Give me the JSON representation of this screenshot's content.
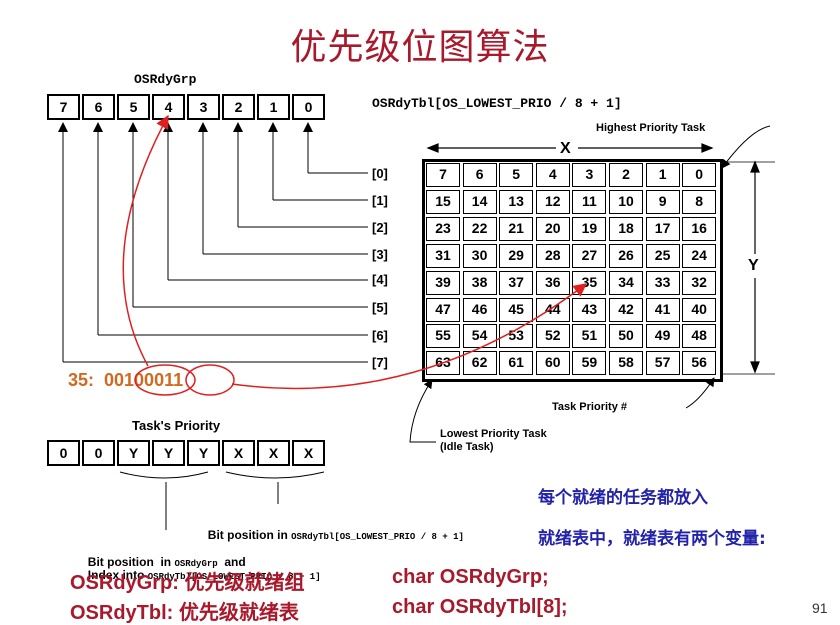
{
  "title": "优先级位图算法",
  "grp_label": "OSRdyGrp",
  "grp_bits": [
    "7",
    "6",
    "5",
    "4",
    "3",
    "2",
    "1",
    "0"
  ],
  "tbl_label": "OSRdyTbl[OS_LOWEST_PRIO / 8 + 1]",
  "highest_label": "Highest Priority Task",
  "x_label": "X",
  "y_label": "Y",
  "row_labels": [
    "[0]",
    "[1]",
    "[2]",
    "[3]",
    "[4]",
    "[5]",
    "[6]",
    "[7]"
  ],
  "table": [
    [
      "7",
      "6",
      "5",
      "4",
      "3",
      "2",
      "1",
      "0"
    ],
    [
      "15",
      "14",
      "13",
      "12",
      "11",
      "10",
      "9",
      "8"
    ],
    [
      "23",
      "22",
      "21",
      "20",
      "19",
      "18",
      "17",
      "16"
    ],
    [
      "31",
      "30",
      "29",
      "28",
      "27",
      "26",
      "25",
      "24"
    ],
    [
      "39",
      "38",
      "37",
      "36",
      "35",
      "34",
      "33",
      "32"
    ],
    [
      "47",
      "46",
      "45",
      "44",
      "43",
      "42",
      "41",
      "40"
    ],
    [
      "55",
      "54",
      "53",
      "52",
      "51",
      "50",
      "49",
      "48"
    ],
    [
      "63",
      "62",
      "61",
      "60",
      "59",
      "58",
      "57",
      "56"
    ]
  ],
  "example": "35:  00100011",
  "task_priority_num": "Task Priority #",
  "lowest_label_1": "Lowest Priority Task",
  "lowest_label_2": "(Idle Task)",
  "task_priority_label": "Task's Priority",
  "priority_bits": [
    "0",
    "0",
    "Y",
    "Y",
    "Y",
    "X",
    "X",
    "X"
  ],
  "bitpos_tbl_a": "Bit position in ",
  "bitpos_tbl_b": "OSRdyTbl[OS_LOWEST_PRIO / 8 + 1]",
  "bitpos_grp_a": "Bit position  in ",
  "bitpos_grp_b": "OSRdyGrp",
  "bitpos_grp_c": "  and",
  "index_a": "Index into ",
  "index_b": "OSRdyTbl[OS_LOWEST_PRIO / 8 + 1]",
  "cn_note_1": "每个就绪的任务都放入",
  "cn_note_2": "就绪表中，就绪表有两个变量:",
  "def_1a": "OSRdyGrp: 优先级就绪组",
  "def_1b": "char OSRdyGrp;",
  "def_2a": "OSRdyTbl: 优先级就绪表",
  "def_2b": "char OSRdyTbl[8];",
  "page_number": "91"
}
